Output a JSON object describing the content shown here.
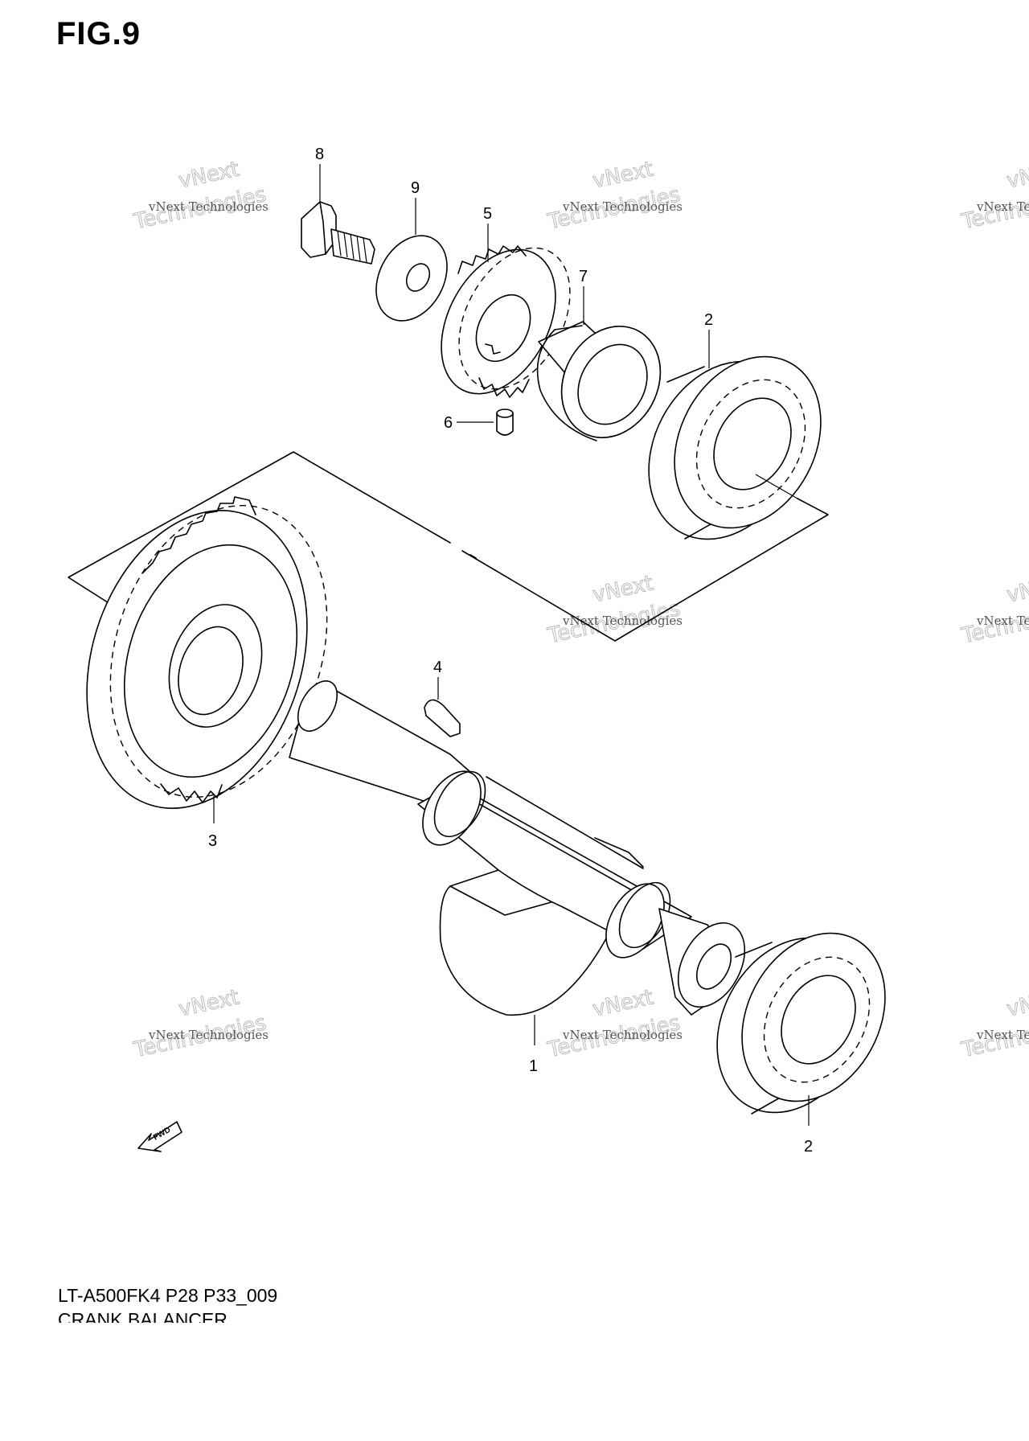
{
  "figure_title": "FIG.9",
  "model_code": "LT-A500FK4 P28 P33_009",
  "assembly_name": "CRANK BALANCER",
  "watermark": {
    "line1": "vNext Technologies",
    "line2": "Technologies",
    "line3": "vNext"
  },
  "fwd_label": "FWD",
  "callouts": [
    "8",
    "9",
    "5",
    "7",
    "2",
    "6",
    "4",
    "3",
    "1",
    "2"
  ]
}
